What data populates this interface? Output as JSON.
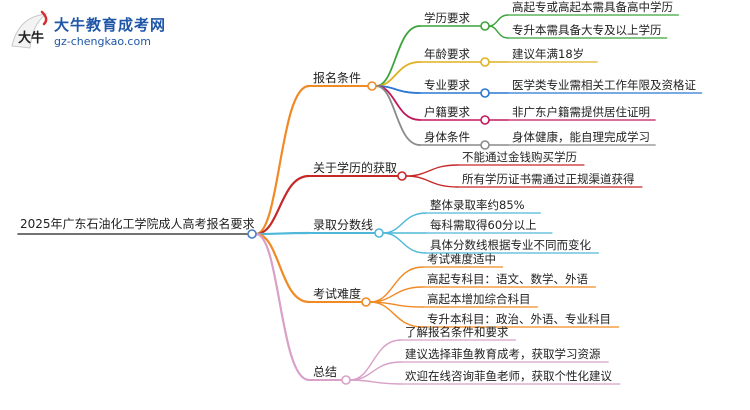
{
  "brand": {
    "logo_glyph": "大牛",
    "name": "大牛教育成考网",
    "url": "gz-chengkao.com"
  },
  "root": {
    "label": "2025年广东石油化工学院成人高考报名要求"
  },
  "branches": [
    {
      "label": "报名条件",
      "color": "#f08a24",
      "children": [
        {
          "label": "学历要求",
          "color": "#3aa33a",
          "leaves": [
            "高起专或高起本需具备高中学历",
            "专升本需具备大专及以上学历"
          ]
        },
        {
          "label": "年龄要求",
          "color": "#e0b020",
          "leaves": [
            "建议年满18岁"
          ]
        },
        {
          "label": "专业要求",
          "color": "#2a78d2",
          "leaves": [
            "医学类专业需相关工作年限及资格证"
          ]
        },
        {
          "label": "户籍要求",
          "color": "#c2185b",
          "leaves": [
            "非广东户籍需提供居住证明"
          ]
        },
        {
          "label": "身体条件",
          "color": "#8a8a8a",
          "leaves": [
            "身体健康，能自理完成学习"
          ]
        }
      ]
    },
    {
      "label": "关于学历的获取",
      "color": "#c62828",
      "leaves": [
        "不能通过金钱购买学历",
        "所有学历证书需通过正规渠道获得"
      ]
    },
    {
      "label": "录取分数线",
      "color": "#4fb8d8",
      "leaves": [
        "整体录取率约85%",
        "每科需取得60分以上",
        "具体分数线根据专业不同而变化"
      ]
    },
    {
      "label": "考试难度",
      "color": "#f08a24",
      "leaves": [
        "考试难度适中",
        "高起专科目：语文、数学、外语",
        "高起本增加综合科目",
        "专升本科目：政治、外语、专业科目"
      ]
    },
    {
      "label": "总结",
      "color": "#d9a0c8",
      "leaves": [
        "了解报名条件和要求",
        "建议选择菲鱼教育成考，获取学习资源",
        "欢迎在线咨询菲鱼老师，获取个性化建议"
      ]
    }
  ]
}
